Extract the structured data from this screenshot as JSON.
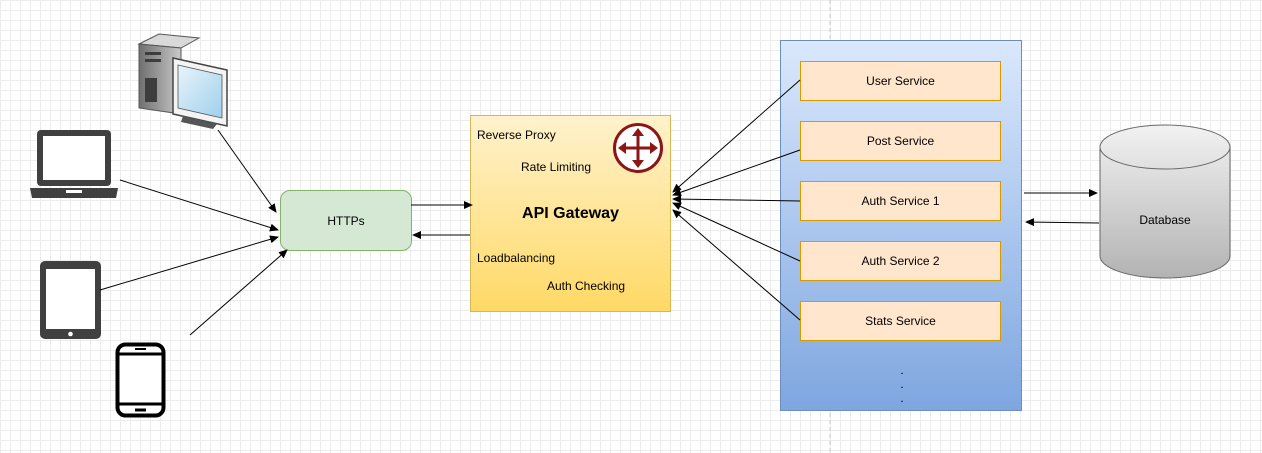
{
  "https": {
    "label": "HTTPs"
  },
  "gateway": {
    "title": "API Gateway",
    "features": [
      "Reverse Proxy",
      "Rate Limiting",
      "Loadbalancing",
      "Auth Checking"
    ]
  },
  "services": [
    "User Service",
    "Post Service",
    "Auth Service 1",
    "Auth Service 2",
    "Stats Service"
  ],
  "services_more": [
    ".",
    ".",
    "."
  ],
  "database": {
    "label": "Database"
  },
  "clients": [
    "desktop-computer",
    "laptop",
    "tablet",
    "smartphone"
  ],
  "colors": {
    "https_fill": "#d5e8d4",
    "https_stroke": "#82b366",
    "gateway_fill_top": "#fff2cc",
    "gateway_fill_bottom": "#ffd966",
    "gateway_stroke": "#d6b656",
    "router_icon": "#8c1515",
    "panel_top": "#dae8fc",
    "panel_bottom": "#7ea6e0",
    "panel_stroke": "#6c8ebf",
    "service_fill": "#ffe6cc",
    "service_stroke": "#d79b00",
    "db_top": "#f2f2f2",
    "db_bottom": "#b3b3b3"
  }
}
